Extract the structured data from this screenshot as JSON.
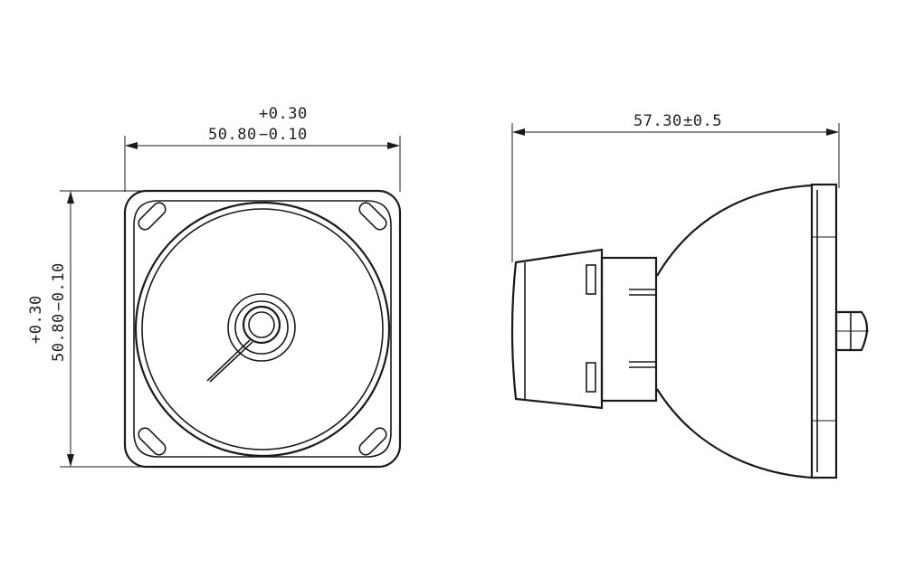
{
  "front_view": {
    "width_dim": {
      "nominal": "50.80",
      "upper_tol": "+0.30",
      "lower_tol": "−0.10"
    },
    "height_dim": {
      "nominal": "50.80",
      "upper_tol": "+0.30",
      "lower_tol": "−0.10"
    }
  },
  "side_view": {
    "length_dim": {
      "nominal": "57.30",
      "tol": "±0.5"
    }
  },
  "colors": {
    "line": "#1a1a1a",
    "background": "#ffffff"
  }
}
